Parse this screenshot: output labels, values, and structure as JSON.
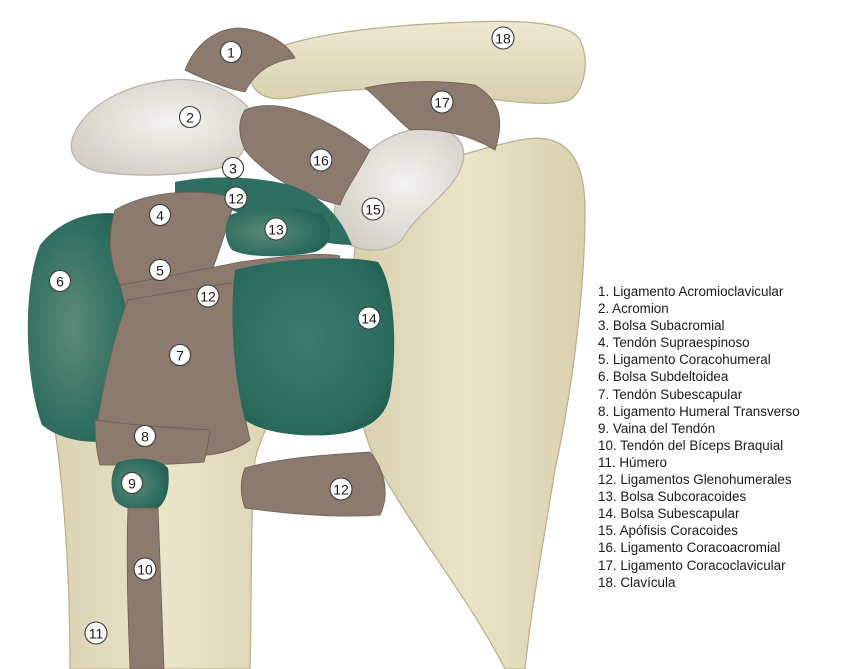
{
  "markers": [
    "1",
    "2",
    "3",
    "4",
    "12",
    "13",
    "16",
    "17",
    "18",
    "15",
    "5",
    "6",
    "12",
    "14",
    "7",
    "8",
    "9",
    "12",
    "10",
    "11"
  ],
  "legend": [
    "1. Ligamento Acromioclavicular",
    "2. Acromion",
    "3. Bolsa Subacromial",
    "4. Tendón Supraespinoso",
    "5. Ligamento Coracohumeral",
    "6. Bolsa Subdeltoidea",
    "7. Tendón Subescapular",
    "8. Ligamento Humeral Transverso",
    "9. Vaina del Tendón",
    "10. Tendón del Bíceps Braquial",
    "11. Húmero",
    "12. Ligamentos Glenohumerales",
    "13. Bolsa Subcoracoides",
    "14. Bolsa Subescapular",
    "15. Apófisis Coracoides",
    "16. Ligamento Coracoacromial",
    "17. Ligamento Coracoclavicular",
    "18. Clavícula"
  ],
  "colors": {
    "bone": "#e6dfc4",
    "bone_shade": "#cfc6a4",
    "bone_outline": "#b9ae8a",
    "ligament": "#8c7a6e",
    "ligament_light": "#a39082",
    "bursa": "#2f6f61",
    "bursa_dark": "#1f5a4d",
    "acromion": "#eae8e2"
  }
}
